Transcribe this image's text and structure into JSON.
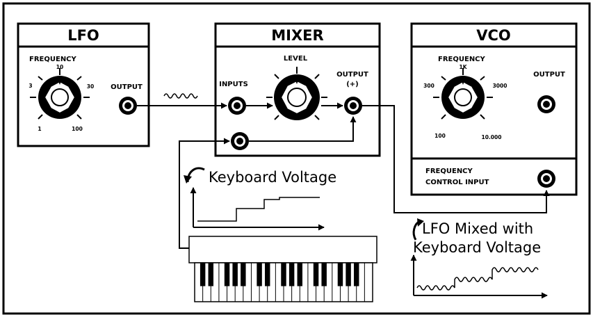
{
  "lfo": {
    "title": "LFO",
    "knob_label": "FREQUENCY",
    "ticks": [
      "1",
      "3",
      "10",
      "30",
      "100"
    ],
    "output_label": "OUTPUT"
  },
  "mixer": {
    "title": "MIXER",
    "knob_label": "LEVEL",
    "inputs_label": "INPUTS",
    "output_label": "OUTPUT",
    "output_sign": "(+)"
  },
  "vco": {
    "title": "VCO",
    "knob_label": "FREQUENCY",
    "ticks": [
      "100",
      "300",
      "1K",
      "3000",
      "10.000"
    ],
    "output_label": "OUTPUT",
    "fci_line1": "FREQUENCY",
    "fci_line2": "CONTROL INPUT"
  },
  "annotations": {
    "keyboard_voltage": "Keyboard Voltage",
    "lfo_mixed_line1": "LFO Mixed with",
    "lfo_mixed_line2": "Keyboard Voltage"
  },
  "colors": {
    "ink": "#000000",
    "panel": "#ffffff"
  }
}
